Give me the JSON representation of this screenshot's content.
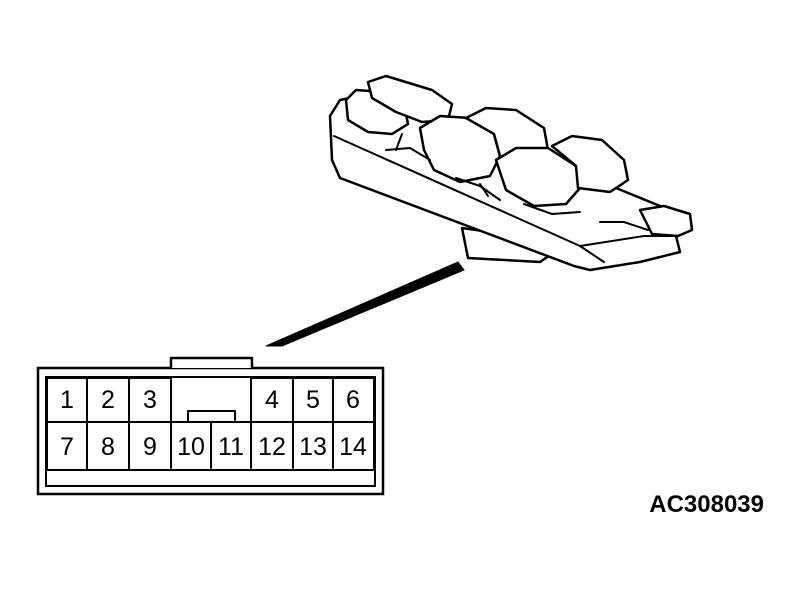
{
  "figure_code": "AC308039",
  "connector": {
    "top_row_left": [
      "1",
      "2",
      "3"
    ],
    "top_row_right": [
      "4",
      "5",
      "6"
    ],
    "bottom_row": [
      "7",
      "8",
      "9",
      "10",
      "11",
      "12",
      "13",
      "14"
    ]
  },
  "colors": {
    "line": "#000000",
    "background": "#ffffff"
  }
}
